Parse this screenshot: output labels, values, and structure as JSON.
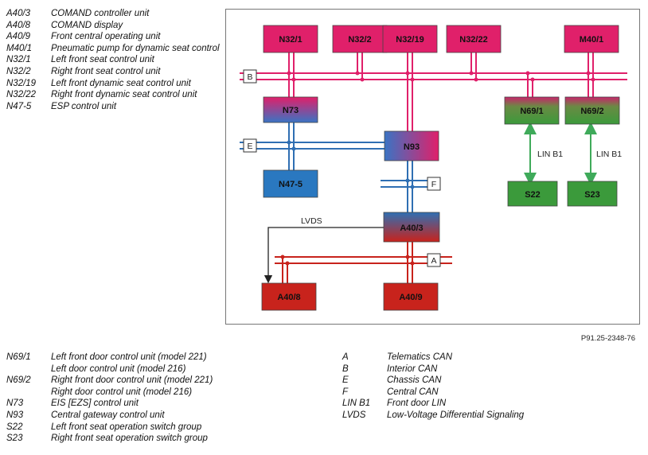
{
  "legend_top": [
    {
      "code": "A40/3",
      "desc": "COMAND controller unit"
    },
    {
      "code": "A40/8",
      "desc": "COMAND display"
    },
    {
      "code": "A40/9",
      "desc": "Front central operating unit"
    },
    {
      "code": "M40/1",
      "desc": "Pneumatic pump for dynamic seat control"
    },
    {
      "code": "N32/1",
      "desc": "Left front seat control unit"
    },
    {
      "code": "N32/2",
      "desc": "Right front seat control unit"
    },
    {
      "code": "N32/19",
      "desc": "Left front dynamic seat control unit"
    },
    {
      "code": "N32/22",
      "desc": "Right front dynamic seat control unit"
    },
    {
      "code": "N47-5",
      "desc": "ESP control unit"
    }
  ],
  "legend_bottom": [
    {
      "code": "N69/1",
      "desc": "Left front door control unit (model 221)"
    },
    {
      "code": "",
      "desc": "Left door control unit (model 216)"
    },
    {
      "code": "N69/2",
      "desc": "Right front door control unit (model 221)"
    },
    {
      "code": "",
      "desc": "Right door control unit (model 216)"
    },
    {
      "code": "N73",
      "desc": "EIS [EZS] control unit"
    },
    {
      "code": "N93",
      "desc": "Central gateway control unit"
    },
    {
      "code": "S22",
      "desc": "Left front seat operation switch group"
    },
    {
      "code": "S23",
      "desc": "Right front seat operation switch group"
    }
  ],
  "legend_right": [
    {
      "code": "A",
      "desc": "Telematics CAN"
    },
    {
      "code": "B",
      "desc": "Interior CAN"
    },
    {
      "code": "E",
      "desc": "Chassis CAN"
    },
    {
      "code": "F",
      "desc": "Central CAN"
    },
    {
      "code": "",
      "desc": ""
    },
    {
      "code": "LIN B1",
      "desc": "Front door LIN"
    },
    {
      "code": "",
      "desc": ""
    },
    {
      "code": "LVDS",
      "desc": "Low-Voltage Differential Signaling"
    }
  ],
  "figure_ref": "P91.25-2348-76",
  "diagram": {
    "boxes": {
      "n32_1": "N32/1",
      "n32_2": "N32/2",
      "n32_19": "N32/19",
      "n32_22": "N32/22",
      "m40_1": "M40/1",
      "n73": "N73",
      "n93": "N93",
      "n47_5": "N47-5",
      "n69_1": "N69/1",
      "n69_2": "N69/2",
      "s22": "S22",
      "s23": "S23",
      "a40_3": "A40/3",
      "a40_8": "A40/8",
      "a40_9": "A40/9"
    },
    "bus_tags": {
      "b": "B",
      "e": "E",
      "f": "F",
      "a": "A"
    },
    "link_labels": {
      "lin1": "LIN B1",
      "lin2": "LIN B1",
      "lvds": "LVDS"
    },
    "colors": {
      "interior_can": "#e0206a",
      "chassis_can": "#2f6fb3",
      "central_can": "#2f6fb3",
      "telematics_can": "#c8231c",
      "seat_box": "#e0206a",
      "door_box": "#3b9a3b",
      "esp_box": "#2a78c0",
      "display_box": "#c8231c",
      "lin": "#3faa5a"
    }
  }
}
